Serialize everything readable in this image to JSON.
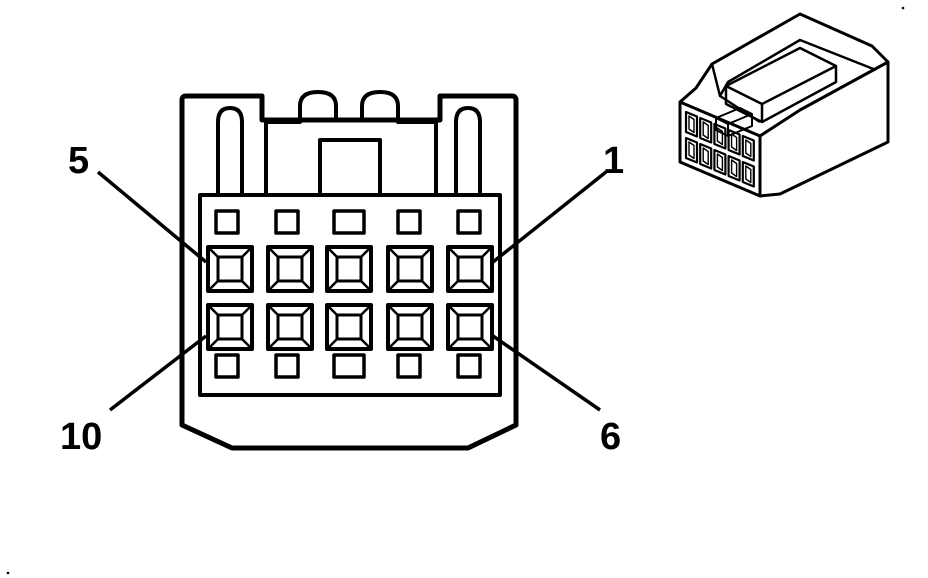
{
  "pin_labels": {
    "top_left": "5",
    "top_right": "1",
    "bottom_left": "10",
    "bottom_right": "6"
  },
  "colors": {
    "ink": "#000000",
    "paper": "#ffffff"
  }
}
